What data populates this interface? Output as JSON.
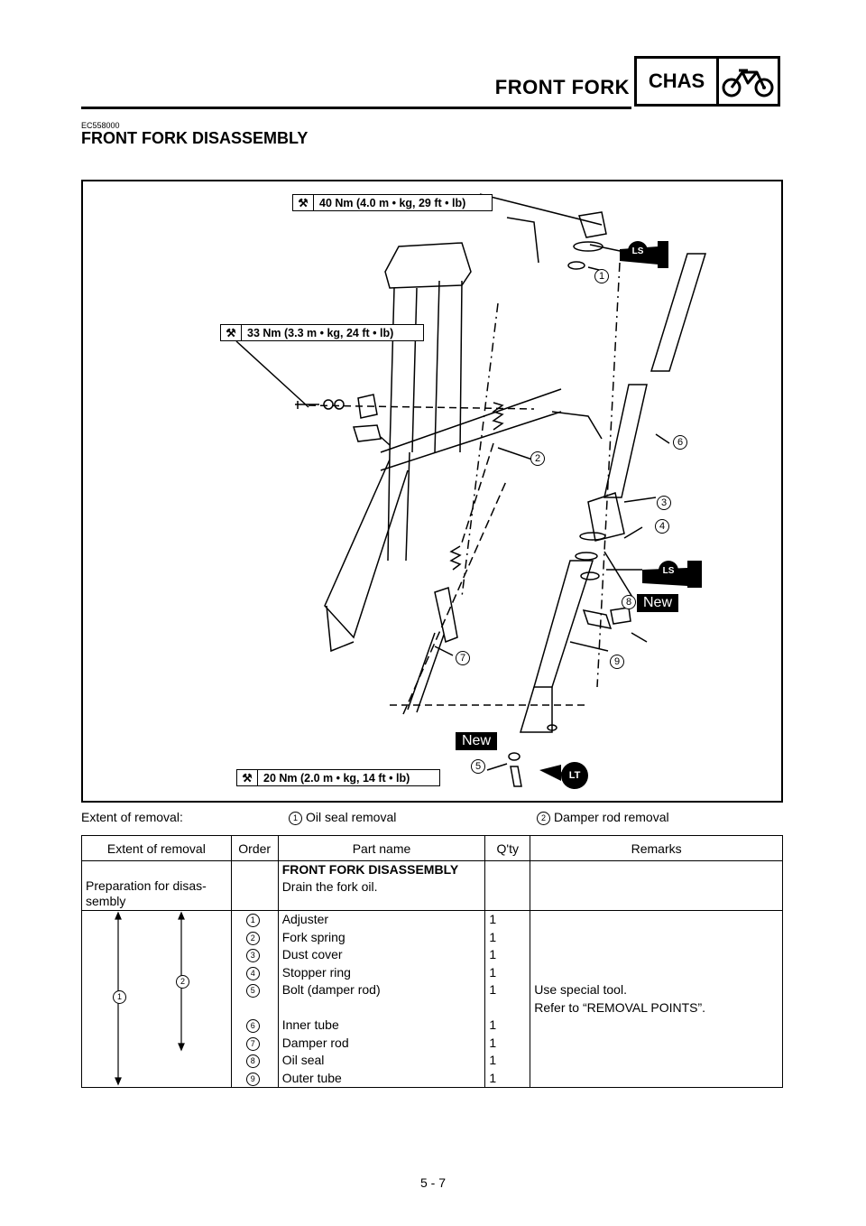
{
  "header": {
    "title": "FRONT FORK",
    "section_label": "CHAS",
    "section_icon": "motorcycle-icon"
  },
  "doc_code": "EC558000",
  "section_title": "FRONT FORK DISASSEMBLY",
  "figure": {
    "torques": [
      "40 Nm (4.0 m • kg, 29 ft • lb)",
      "33 Nm (3.3 m • kg, 24 ft • lb)",
      "20 Nm (2.0 m • kg, 14 ft • lb)"
    ],
    "callouts": [
      "1",
      "2",
      "3",
      "4",
      "5",
      "6",
      "7",
      "8",
      "9"
    ],
    "new_labels": [
      "New",
      "New"
    ],
    "agents": [
      "LS",
      "LS",
      "LT"
    ]
  },
  "extent": {
    "label": "Extent of removal:",
    "items": [
      {
        "num": "1",
        "text": "Oil seal removal"
      },
      {
        "num": "2",
        "text": "Damper rod removal"
      }
    ]
  },
  "table": {
    "headers": [
      "Extent of removal",
      "Order",
      "Part name",
      "Q'ty",
      "Remarks"
    ],
    "section_heading": "FRONT FORK DISASSEMBLY",
    "prep": {
      "extent": "Preparation for disas-\nsembly",
      "part": "Drain the fork oil."
    },
    "rows": [
      {
        "order": "1",
        "part": "Adjuster",
        "qty": "1"
      },
      {
        "order": "2",
        "part": "Fork spring",
        "qty": "1"
      },
      {
        "order": "3",
        "part": "Dust cover",
        "qty": "1"
      },
      {
        "order": "4",
        "part": "Stopper ring",
        "qty": "1"
      },
      {
        "order": "5",
        "part": "Bolt (damper rod)",
        "qty": "1"
      },
      {
        "order": "6",
        "part": "Inner tube",
        "qty": "1"
      },
      {
        "order": "7",
        "part": "Damper rod",
        "qty": "1"
      },
      {
        "order": "8",
        "part": "Oil seal",
        "qty": "1"
      },
      {
        "order": "9",
        "part": "Outer tube",
        "qty": "1"
      }
    ],
    "remarks": [
      "Use special tool.",
      "Refer to “REMOVAL POINTS”."
    ],
    "extent_markers": [
      "1",
      "2"
    ]
  },
  "page_number": "5 - 7"
}
